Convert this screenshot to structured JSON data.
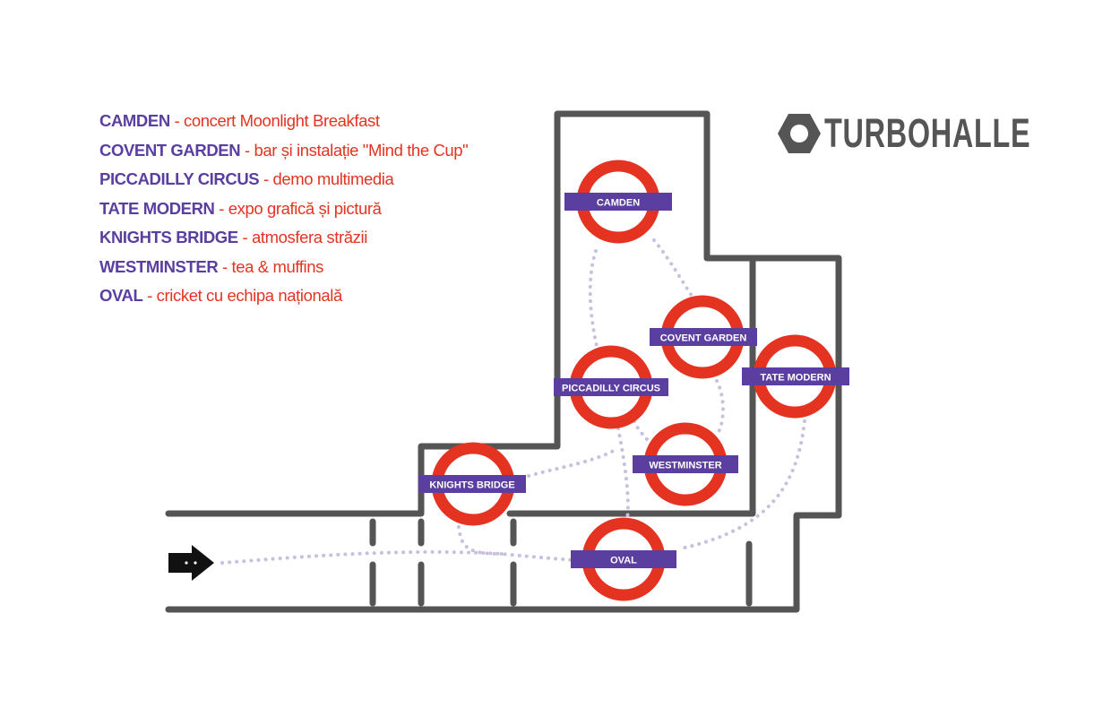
{
  "legend": [
    {
      "name": "CAMDEN",
      "sep": " - ",
      "desc": "concert Moonlight Breakfast"
    },
    {
      "name": "COVENT GARDEN",
      "sep": " - ",
      "desc": "bar și instalație \"Mind the Cup\""
    },
    {
      "name": "PICCADILLY CIRCUS",
      "sep": " - ",
      "desc": "demo multimedia"
    },
    {
      "name": "TATE MODERN",
      "sep": " - ",
      "desc": "expo grafică și pictură"
    },
    {
      "name": "KNIGHTS BRIDGE",
      "sep": " - ",
      "desc": "atmosfera străzii"
    },
    {
      "name": "WESTMINSTER",
      "sep": " - ",
      "desc": "tea & muffins"
    },
    {
      "name": "OVAL",
      "sep": " - ",
      "desc": "cricket cu echipa națională"
    }
  ],
  "logo": {
    "text": "TURBOHALLE"
  },
  "stations": {
    "camden": "CAMDEN",
    "covent_garden": "COVENT GARDEN",
    "piccadilly_circus": "PICCADILLY CIRCUS",
    "tate_modern": "TATE MODERN",
    "westminster": "WESTMINSTER",
    "knights_bridge": "KNIGHTS BRIDGE",
    "oval": "OVAL"
  },
  "colors": {
    "roundel_red": "#e53322",
    "bar_purple": "#5a3fa0",
    "wall_gray": "#555555",
    "path_dots": "#c8c0dc",
    "arrow": "#111111"
  }
}
